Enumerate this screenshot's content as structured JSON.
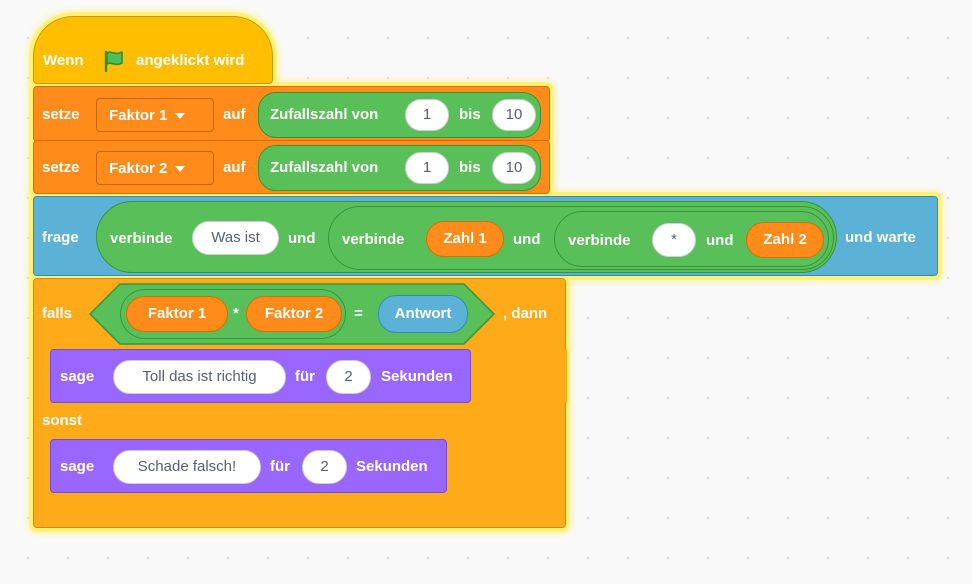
{
  "hat": {
    "when": "Wenn",
    "clicked": "angeklickt wird",
    "icon": "green-flag-icon"
  },
  "set1": {
    "verb": "setze",
    "variable": "Faktor 1",
    "to": "auf",
    "random": "Zufallszahl von",
    "from": "1",
    "between": "bis",
    "to_value": "10"
  },
  "set2": {
    "verb": "setze",
    "variable": "Faktor 2",
    "to": "auf",
    "random": "Zufallszahl von",
    "from": "1",
    "between": "bis",
    "to_value": "10"
  },
  "ask": {
    "verb": "frage",
    "join": "verbinde",
    "text1": "Was ist",
    "and": "und",
    "var1": "Zahl 1",
    "text2": "*",
    "var2": "Zahl 2",
    "tail": "und warte"
  },
  "if": {
    "keyword": "falls",
    "var1": "Faktor 1",
    "times": "*",
    "var2": "Faktor 2",
    "equals": "=",
    "answer": "Antwort",
    "then": ", dann"
  },
  "say1": {
    "verb": "sage",
    "message": "Toll das ist richtig",
    "for": "für",
    "seconds": "2",
    "unit": "Sekunden"
  },
  "else": {
    "keyword": "sonst"
  },
  "say2": {
    "verb": "sage",
    "message": "Schade falsch!",
    "for": "für",
    "seconds": "2",
    "unit": "Sekunden"
  },
  "colors": {
    "events": "#ffbf00",
    "variables": "#ff8c1a",
    "operators": "#59c059",
    "sensing": "#5cb1d6",
    "control": "#ffab19",
    "looks": "#9966ff",
    "highlight": "#fff176"
  }
}
